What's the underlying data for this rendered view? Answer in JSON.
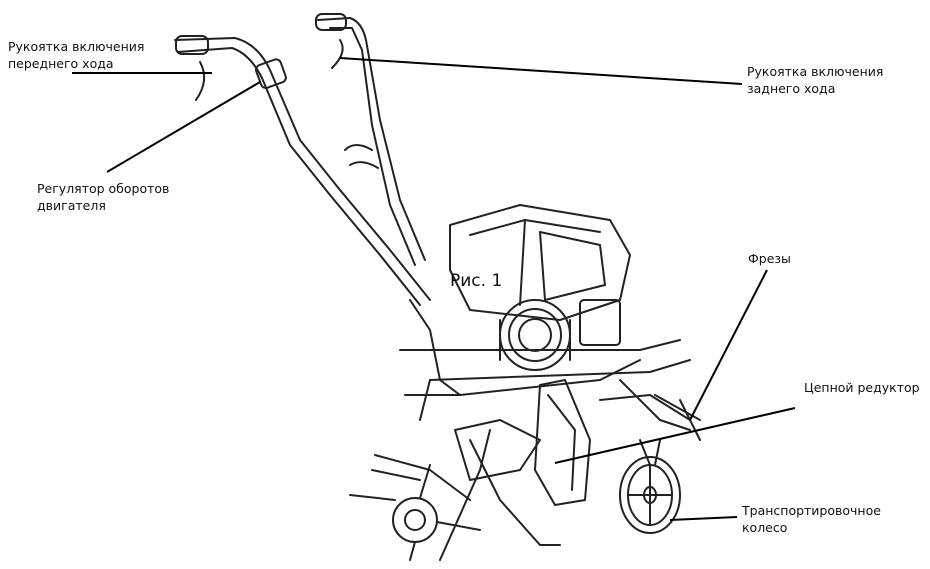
{
  "figure": {
    "caption": "Рис. 1"
  },
  "labels": {
    "forward_handle": "Рукоятка включения\nпереднего хода",
    "reverse_handle": "Рукоятка включения\nзаднего хода",
    "throttle": "Регулятор оборотов\nдвигателя",
    "tillers": "Фрезы",
    "chain_reducer": "Цепной редуктор",
    "transport_wheel": "Транспортировочное\nколесо"
  }
}
